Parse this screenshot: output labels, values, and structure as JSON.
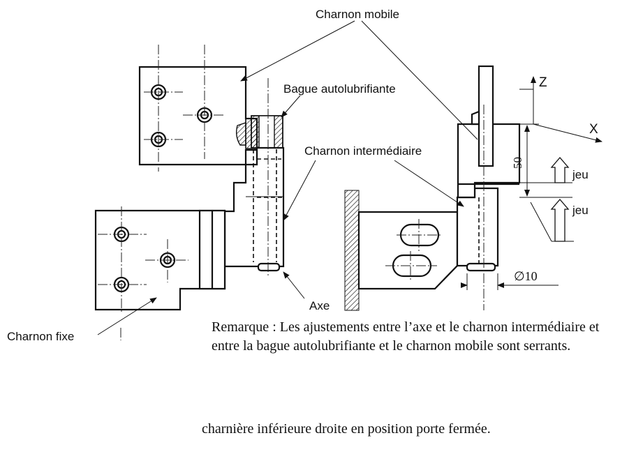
{
  "labels": {
    "charnon_mobile": "Charnon mobile",
    "bague": "Bague autolubrifiante",
    "charnon_intermediaire": "Charnon intermédiaire",
    "axe": "Axe",
    "charnon_fixe": "Charnon fixe",
    "axis_z": "Z",
    "axis_x": "X",
    "dim_50": "50",
    "jeu_top": "jeu",
    "jeu_bottom": "jeu",
    "diam_10": "∅10"
  },
  "note": "Remarque : Les ajustements entre l’axe et le charnon intermédiaire et entre la bague autolubrifiante et le charnon mobile sont serrants.",
  "caption": "charnière inférieure droite en position porte fermée."
}
